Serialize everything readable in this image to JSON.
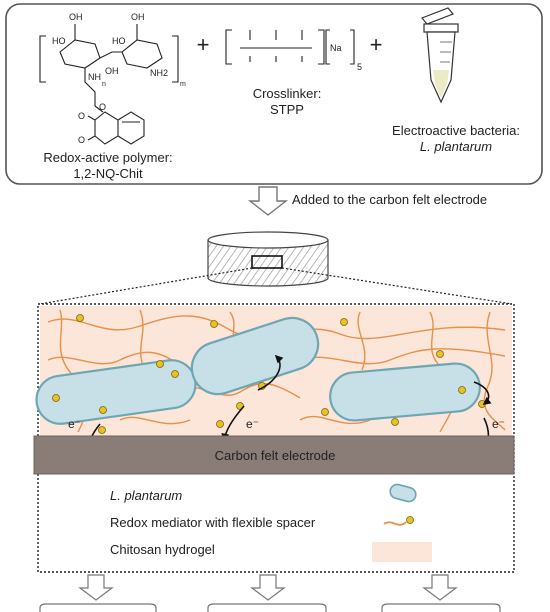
{
  "reagents": {
    "polymer": {
      "line1": "Redox-active polymer:",
      "line2": "1,2-NQ-Chit",
      "n1": "n",
      "n2": "m",
      "oh_labels": [
        "OH",
        "HO",
        "NH",
        "OH",
        "OH",
        "HO",
        "NH2",
        "O",
        "O",
        "O"
      ]
    },
    "crosslinker": {
      "line1": "Crosslinker:",
      "line2": "STPP",
      "na": "Na",
      "sub5": "5"
    },
    "bacteria": {
      "line1": "Electroactive bacteria:",
      "line2": "L. plantarum"
    }
  },
  "plus": "+",
  "step_label": "Added to the carbon felt electrode",
  "electrode_label": "Carbon felt electrode",
  "electron_label": "e⁻",
  "legend": {
    "items": [
      {
        "label": "L. plantarum"
      },
      {
        "label": "Redox mediator with flexible spacer"
      },
      {
        "label": "Chitosan hydrogel"
      }
    ]
  },
  "colors": {
    "bacteria_fill": "#c7dfe6",
    "bacteria_stroke": "#6ea6b4",
    "spacer": "#e8904a",
    "mediator": "#e8c21e",
    "hydrogel": "#fbe6d9",
    "electrode": "#8a7d78"
  }
}
